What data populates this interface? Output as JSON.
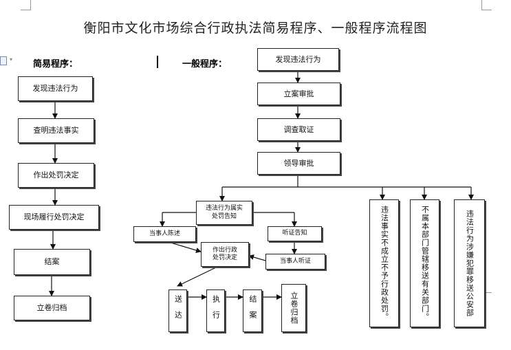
{
  "title": "衡阳市文化市场综合行政执法简易程序、一般程序流程图",
  "simple": {
    "label": "简易程序：",
    "steps": [
      "发现违法行为",
      "查明违法事实",
      "作出处罚决定",
      "现场履行处罚决定",
      "结案",
      "立卷归档"
    ]
  },
  "general": {
    "label": "一般程序：",
    "main_steps": [
      "发现违法行为",
      "立案审批",
      "调查取证",
      "领导审批"
    ],
    "notice": "违法行为属实\n处罚告知",
    "statement": "当事人陈述",
    "hearing_notice": "听证告知",
    "hearing": "当事人听证",
    "decision": "作出行政\n处罚决定",
    "final_steps": [
      "送达",
      "执行",
      "结案",
      "立卷归档"
    ],
    "branches": [
      "违法事实不成立不予行政处罚。",
      "不属本部门管辖移送有关部门。",
      "违法行为涉嫌犯罪移送公安部"
    ]
  },
  "icons": [
    "document-icon",
    "arrow-down-icon"
  ]
}
